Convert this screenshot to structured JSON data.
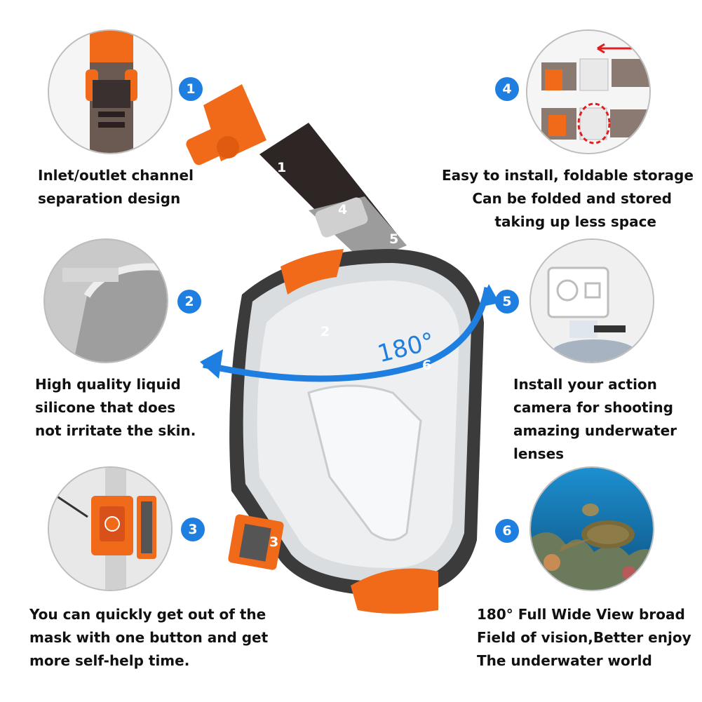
{
  "callouts": [
    {
      "badge": "1",
      "lines": [
        "Inlet/outlet channel",
        "separation design"
      ]
    },
    {
      "badge": "2",
      "lines": [
        "High quality liquid",
        "silicone that does",
        "not irritate the skin."
      ]
    },
    {
      "badge": "3",
      "lines": [
        "You can quickly get out of the",
        "mask with one button and get",
        "more self-help time."
      ]
    },
    {
      "badge": "4",
      "lines": [
        "Easy to install, foldable storage",
        "Can be folded and stored",
        "taking up less space"
      ]
    },
    {
      "badge": "5",
      "lines": [
        "Install your action",
        "camera for shooting",
        "amazing underwater",
        "lenses"
      ]
    },
    {
      "badge": "6",
      "lines": [
        "180° Full Wide View broad",
        "Field of vision,Better enjoy",
        "The underwater world"
      ]
    }
  ],
  "mask": {
    "angle_label": "180°",
    "part_labels": [
      "1",
      "2",
      "3",
      "4",
      "5",
      "6"
    ]
  },
  "colors": {
    "badge": "#1e7fe0",
    "orange": "#f06a1a",
    "arrow": "#1e7fe0"
  }
}
